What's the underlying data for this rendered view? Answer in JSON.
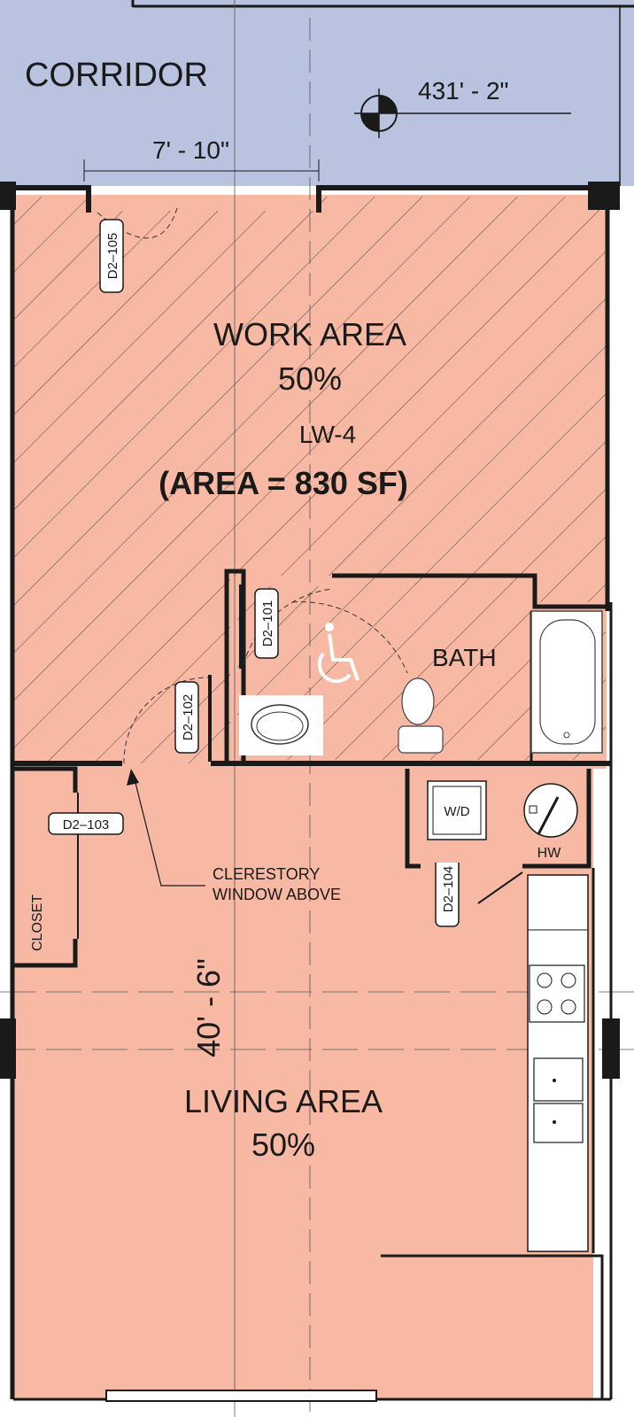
{
  "corridor": {
    "label": "CORRIDOR",
    "elevation": "431' - 2\""
  },
  "door_width": "7' - 10\"",
  "work_area": {
    "label": "WORK AREA",
    "percent": "50%",
    "unit_id": "LW-4",
    "area": "(AREA = 830 SF)"
  },
  "living_area": {
    "label": "LIVING AREA",
    "percent": "50%",
    "depth": "40' - 6\""
  },
  "rooms": {
    "bath": "BATH",
    "closet": "CLOSET",
    "laundry": "W/D",
    "water_heater": "HW"
  },
  "note": {
    "line1": "CLERESTORY",
    "line2": "WINDOW ABOVE"
  },
  "doors": {
    "d105": "D2–105",
    "d101": "D2–101",
    "d102": "D2–102",
    "d103": "D2–103",
    "d104": "D2–104"
  },
  "colors": {
    "corridor": "#b9c3df",
    "room": "#f7b9a3",
    "wall": "#1a1a1a",
    "hatch": "#6b5a55"
  },
  "icons": [
    "accessibility-icon",
    "elevation-target-icon",
    "toilet-icon",
    "sink-icon",
    "bathtub-icon",
    "cooktop-icon",
    "kitchen-sink-icon",
    "washer-dryer-icon",
    "water-heater-icon"
  ]
}
